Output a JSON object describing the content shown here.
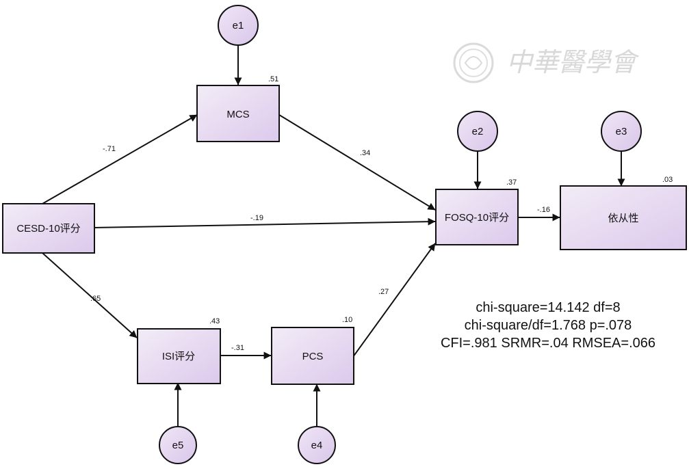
{
  "variables": {
    "cesd": "CESD-10评分",
    "mcs": "MCS",
    "isi": "ISI评分",
    "pcs": "PCS",
    "fosq": "FOSQ-10评分",
    "adherence": "依从性"
  },
  "errors": {
    "e1": "e1",
    "e2": "e2",
    "e3": "e3",
    "e4": "e4",
    "e5": "e5"
  },
  "r_squared": {
    "mcs": ".51",
    "isi": ".43",
    "pcs": ".10",
    "fosq": ".37",
    "adherence": ".03"
  },
  "paths": {
    "cesd_mcs": "-.71",
    "cesd_fosq": "-.19",
    "cesd_isi": ".65",
    "mcs_fosq": ".34",
    "isi_pcs": "-.31",
    "pcs_fosq": ".27",
    "fosq_adherence": "-.16"
  },
  "fit": {
    "line1": "chi-square=14.142 df=8",
    "line2": "chi-square/df=1.768 p=.078",
    "line3": "CFI=.981  SRMR=.04  RMSEA=.066"
  },
  "watermark": {
    "text": "中華醫學會"
  },
  "colors": {
    "box_fill_start": "#f2ecf6",
    "box_fill_end": "#dcc9ec",
    "circle_fill": "#e4d6f0",
    "stroke": "#111111"
  }
}
